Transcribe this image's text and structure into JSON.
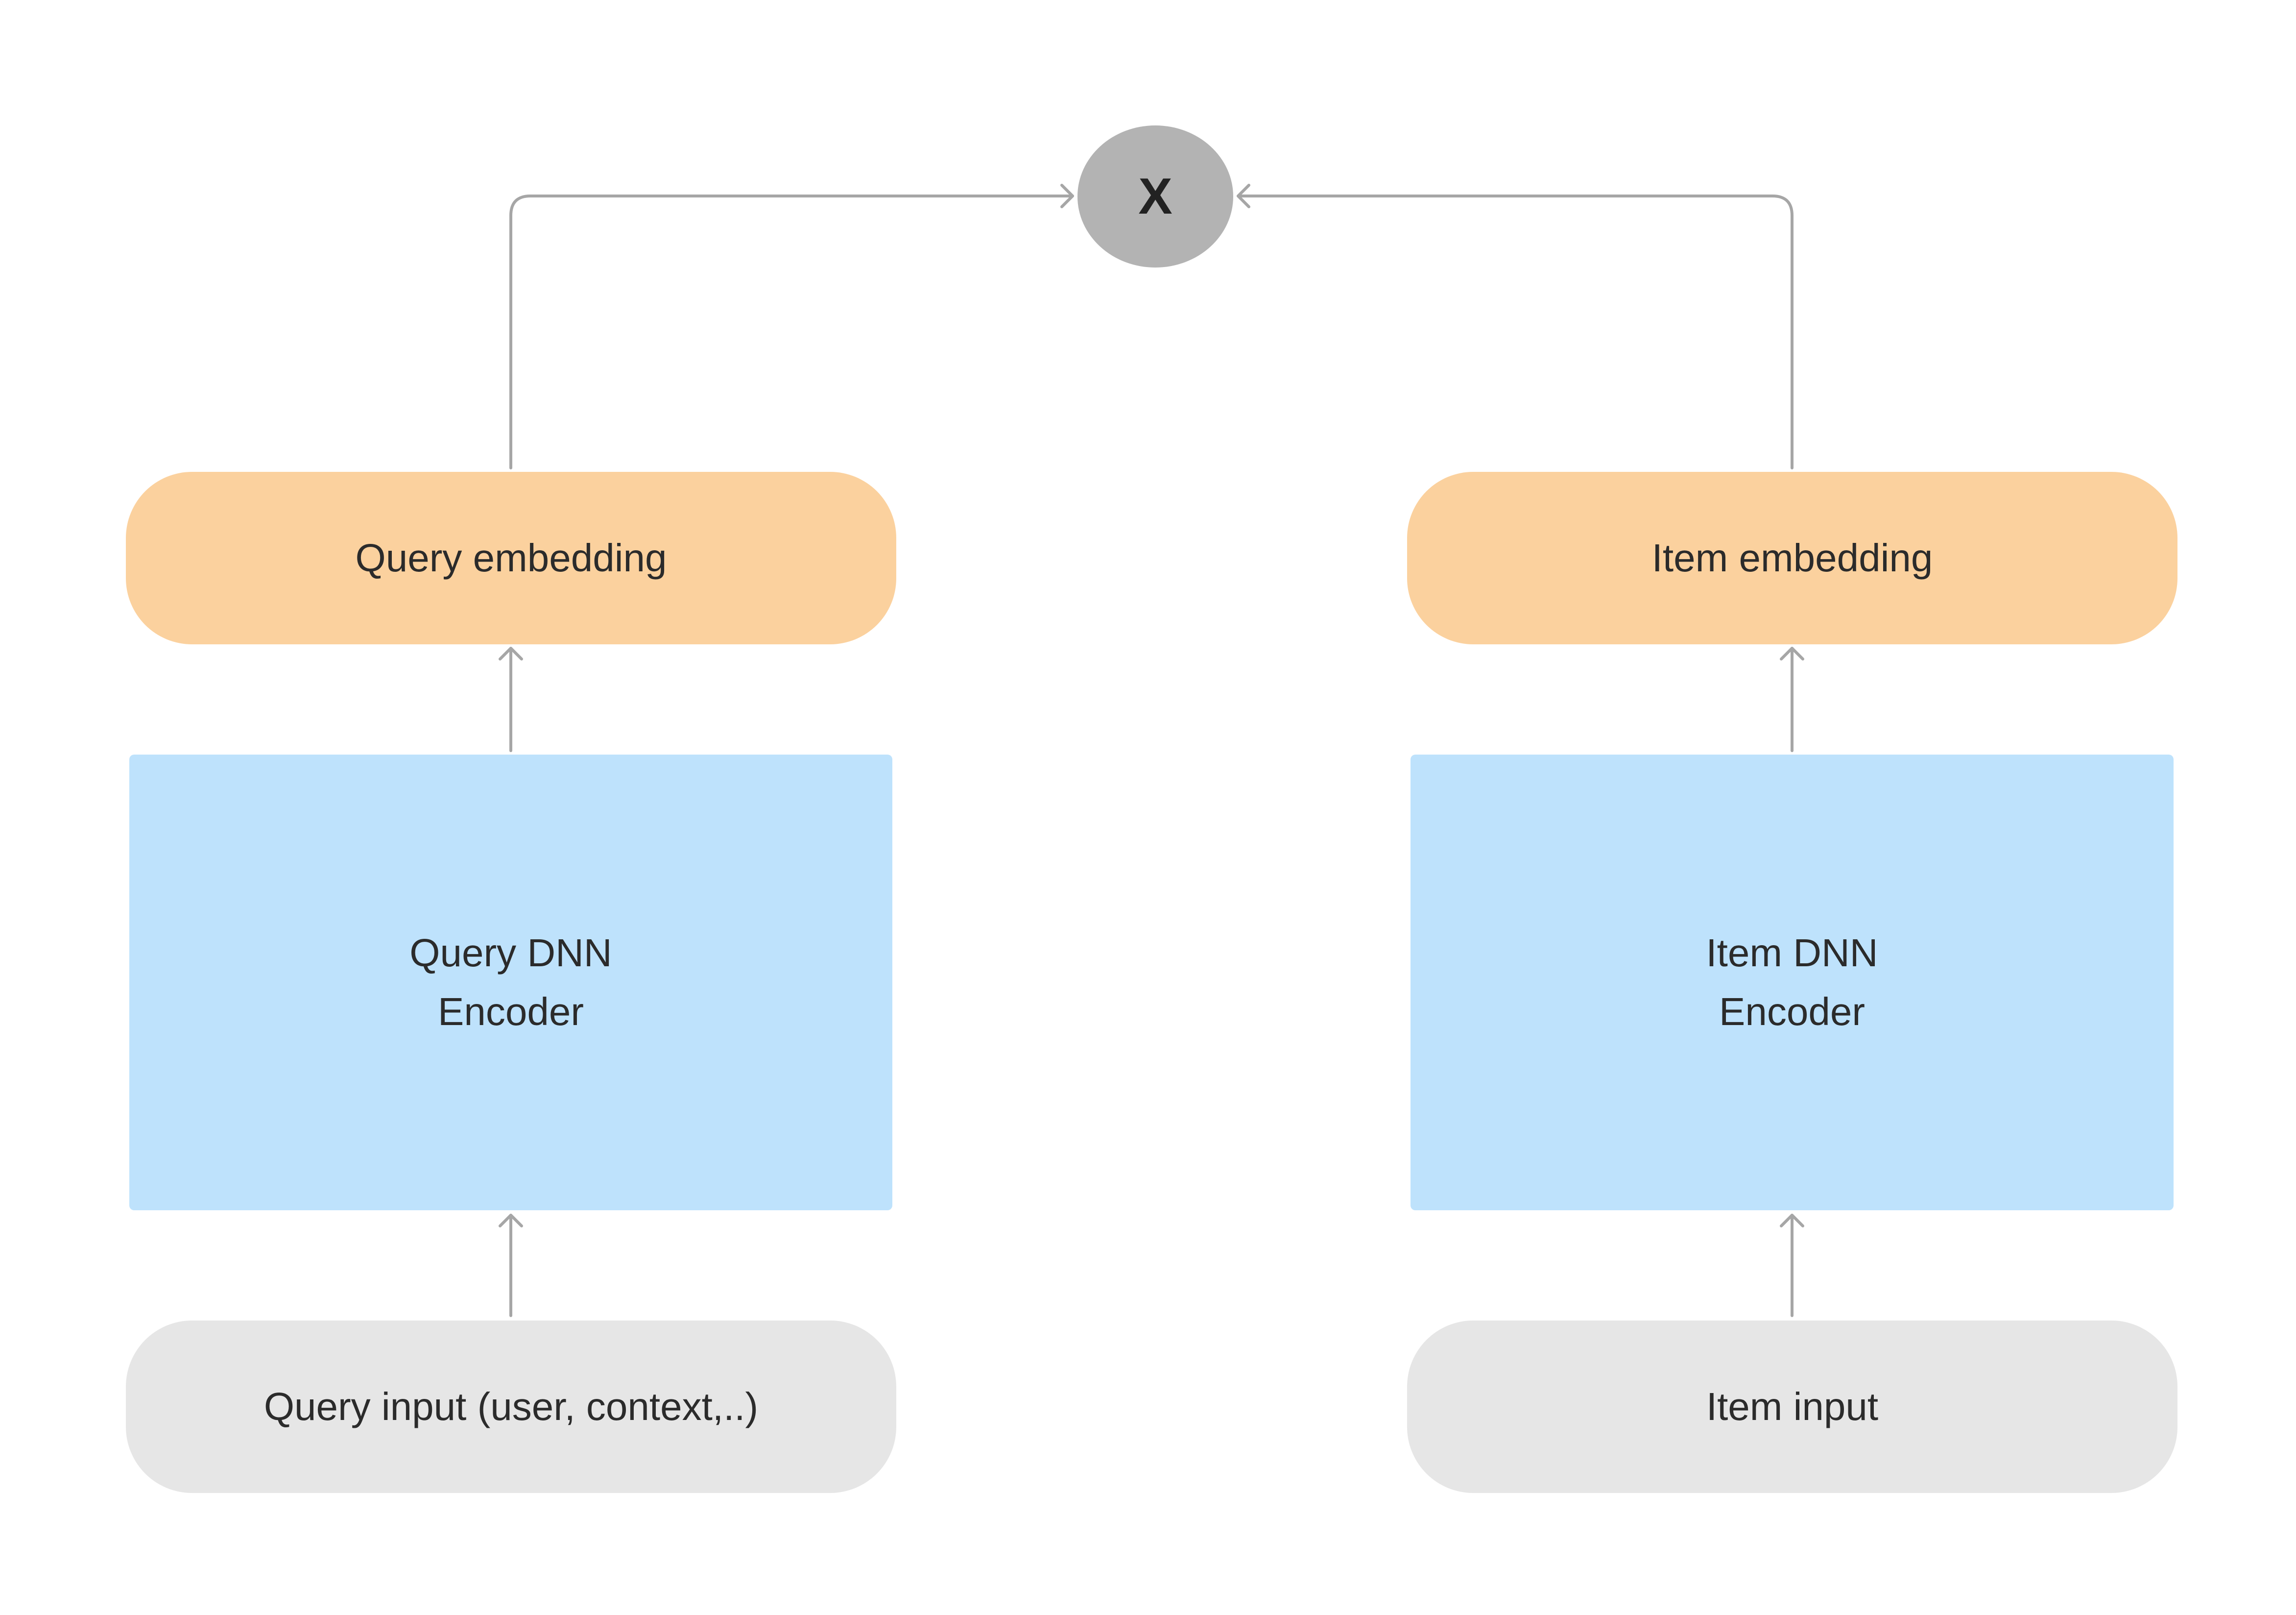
{
  "operator": {
    "label": "X",
    "color": "#b3b3b3"
  },
  "query_tower": {
    "embedding_label": "Query embedding",
    "encoder_line1": "Query DNN",
    "encoder_line2": "Encoder",
    "input_label": "Query input (user, context,..)"
  },
  "item_tower": {
    "embedding_label": "Item embedding",
    "encoder_line1": "Item DNN",
    "encoder_line2": "Encoder",
    "input_label": "Item input"
  },
  "colors": {
    "embedding": "#fbd19e",
    "encoder": "#bee2fc",
    "input": "#e6e6e6",
    "connector": "#a6a6a6"
  }
}
